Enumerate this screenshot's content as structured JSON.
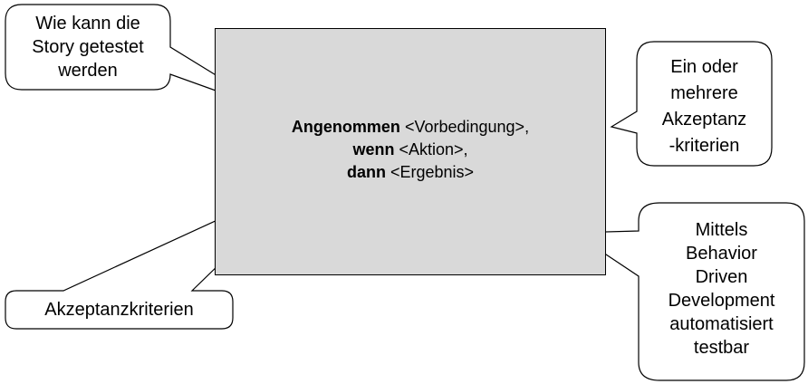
{
  "card": {
    "line1_keyword": "Angenommen",
    "line1_rest": " <Vorbedingung>,",
    "line2_keyword": "wenn",
    "line2_rest": " <Aktion>,",
    "line3_keyword": "dann",
    "line3_rest": " <Ergebnis>"
  },
  "callouts": {
    "test_question": [
      "Wie kann die",
      "Story getestet",
      "werden"
    ],
    "criteria_count": [
      "Ein oder",
      "mehrere",
      "Akzeptanz",
      "-kriterien"
    ],
    "criteria_label": "Akzeptanzkriterien",
    "bdd_note": [
      "Mittels",
      "Behavior",
      "Driven",
      "Development",
      "automatisiert",
      "testbar"
    ]
  },
  "colors": {
    "card_fill": "#d9d9d9",
    "bubble_fill": "#ffffff",
    "stroke": "#000000"
  }
}
